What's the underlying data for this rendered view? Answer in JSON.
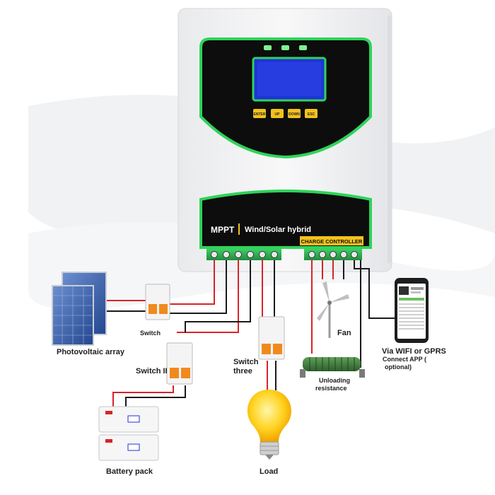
{
  "controller": {
    "buttons": [
      "ENTER",
      "UP",
      "DOWN",
      "ESC"
    ],
    "brand": "MPPT",
    "product": "Wind/Solar hybrid",
    "subtitle": "CHARGE CONTROLLER"
  },
  "labels": {
    "photovoltaic": "Photovoltaic array",
    "switch": "Switch",
    "switch_ii": "Switch II",
    "switch_three_1": "Switch",
    "switch_three_2": "three",
    "battery": "Battery pack",
    "load": "Load",
    "fan": "Fan",
    "unloading_1": "Unloading",
    "unloading_2": "resistance",
    "wifi_1": "Via WIFI or GPRS",
    "wifi_2": "Connect APP (",
    "wifi_3": "optional)"
  },
  "colors": {
    "accent_green": "#2fd35a",
    "panel_black": "#0d0d0d",
    "screen_blue": "#1f34d6",
    "button_yellow": "#f2c21d",
    "wire_red": "#d8232a",
    "wire_black": "#1a1a1a",
    "breaker_orange": "#f08a1c",
    "resistor_green": "#3d7a3a"
  }
}
